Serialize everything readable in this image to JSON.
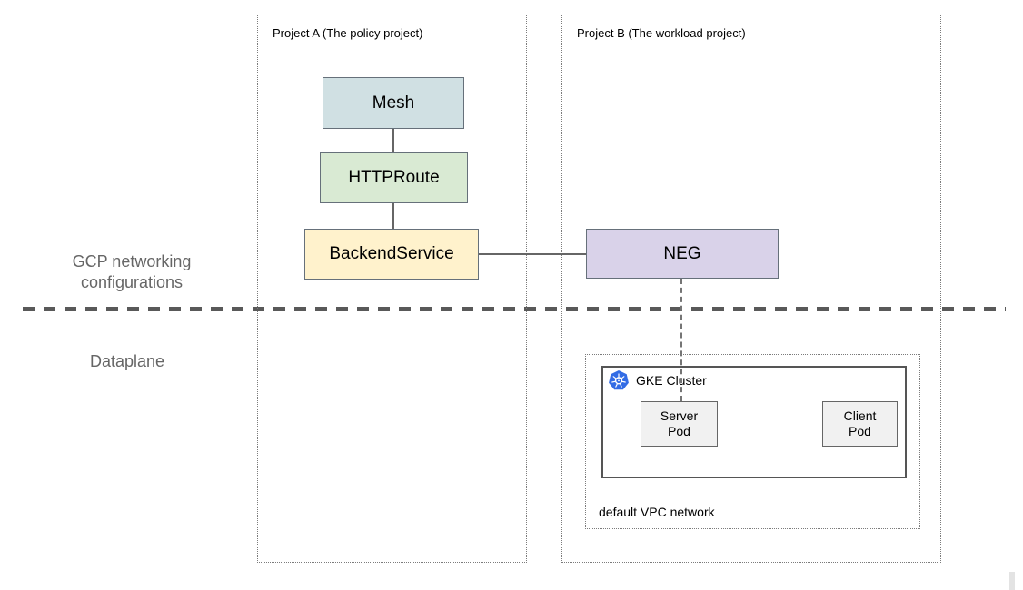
{
  "projects": {
    "a_label": "Project A (The policy project)",
    "b_label": "Project B (The workload project)"
  },
  "nodes": {
    "mesh": "Mesh",
    "httproute": "HTTPRoute",
    "backend_service": "BackendService",
    "neg": "NEG"
  },
  "side_labels": {
    "top": "GCP networking configurations",
    "bottom": "Dataplane"
  },
  "gke": {
    "title": "GKE Cluster",
    "server_pod": "Server\nPod",
    "client_pod": "Client\nPod"
  },
  "vpc": {
    "label": "default VPC network"
  },
  "colors": {
    "mesh_fill": "#d0e0e3",
    "httproute_fill": "#d9ead3",
    "backend_service_fill": "#fff2cc",
    "neg_fill": "#d9d2e9",
    "pod_fill": "#f1f1f1",
    "kubernetes_blue": "#326ce5",
    "divider_gray": "#595959",
    "side_label_gray": "#666666"
  }
}
